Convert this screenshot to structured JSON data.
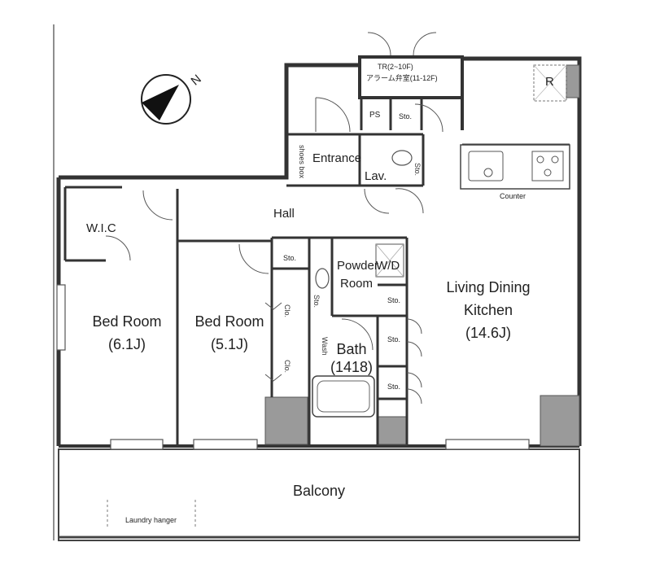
{
  "compass": {
    "north_label": "N",
    "icon": "north-arrow-icon"
  },
  "rooms": {
    "tr_note_line1": "TR(2~10F)",
    "tr_note_line2": "アラーム弁室(11-12F)",
    "ps": "PS",
    "sto_top": "Sto.",
    "refuse": "R",
    "entrance": "Entrance",
    "shoes_box": "shoes box",
    "lav": "Lav.",
    "sto_lav": "Sto.",
    "counter": "Counter",
    "hall": "Hall",
    "wic": "W.I.C",
    "sto_hall": "Sto.",
    "sto_vertical": "Sto.",
    "powder_room_line1": "Powder",
    "powder_room_line2": "Room",
    "wd": "W/D",
    "sto_right1": "Sto.",
    "sto_right2": "Sto.",
    "sto_right3": "Sto.",
    "clo1": "Clo.",
    "clo2": "Clo.",
    "bed1_name": "Bed Room",
    "bed1_size": "(6.1J)",
    "bed2_name": "Bed Room",
    "bed2_size": "(5.1J)",
    "ldk_line1": "Living Dining",
    "ldk_line2": "Kitchen",
    "ldk_size": "(14.6J)",
    "bath_name": "Bath",
    "bath_size": "(1418)",
    "bath_side": "Wash",
    "balcony": "Balcony",
    "laundry_hanger": "Laundry hanger"
  }
}
